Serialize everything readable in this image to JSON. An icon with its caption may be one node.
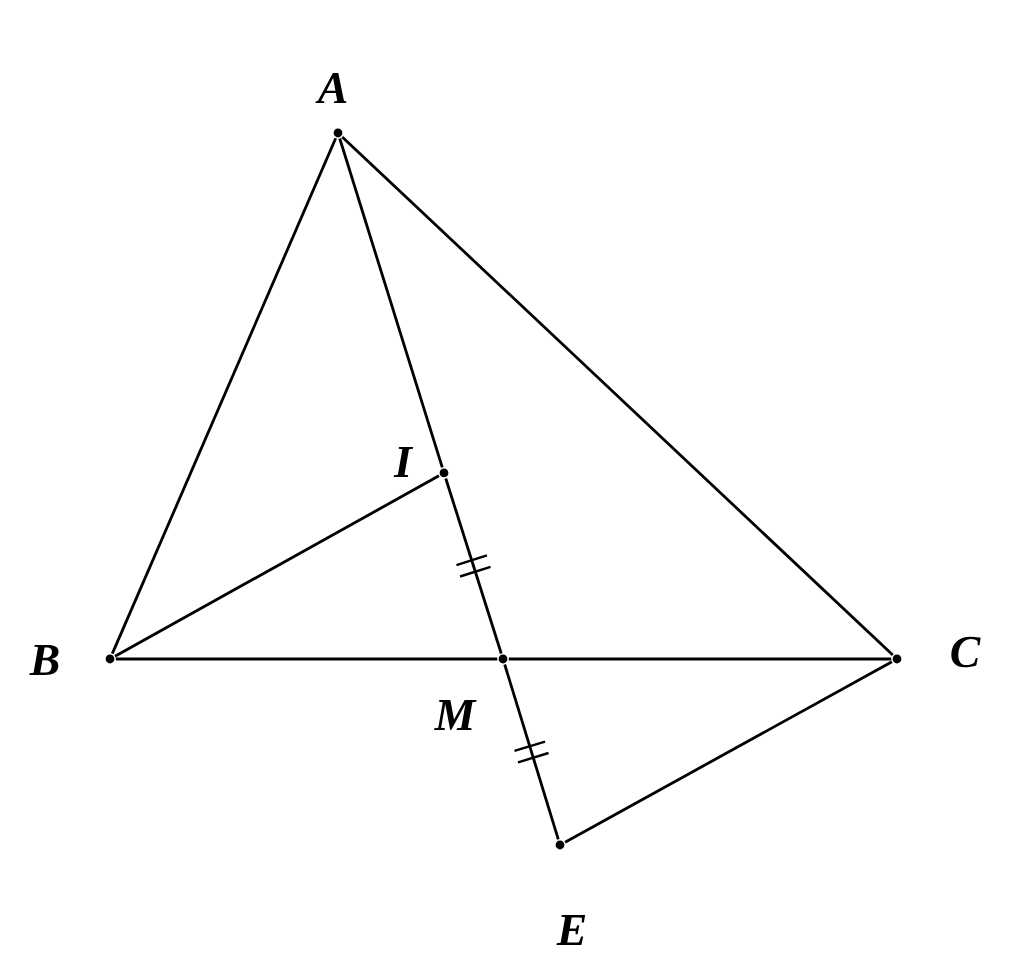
{
  "diagram": {
    "nodes": [
      {
        "text": [
          "A"
        ]
      },
      {
        "text": [
          "B"
        ]
      },
      {
        "text": [
          "C"
        ]
      },
      {
        "text": [
          "I"
        ]
      },
      {
        "text": [
          "M"
        ]
      },
      {
        "text": [
          "E"
        ]
      }
    ],
    "edges": [
      {
        "from": 0,
        "to": 1,
        "arrow": "none"
      },
      {
        "from": 0,
        "to": 2,
        "arrow": "none"
      },
      {
        "from": 0,
        "to": 3,
        "arrow": "none"
      },
      {
        "from": 3,
        "to": 4,
        "arrow": "none"
      },
      {
        "from": 4,
        "to": 5,
        "arrow": "none"
      },
      {
        "from": 1,
        "to": 4,
        "arrow": "none"
      },
      {
        "from": 4,
        "to": 2,
        "arrow": "none"
      },
      {
        "from": 1,
        "to": 3,
        "arrow": "none"
      },
      {
        "from": 2,
        "to": 5,
        "arrow": "none"
      }
    ]
  }
}
